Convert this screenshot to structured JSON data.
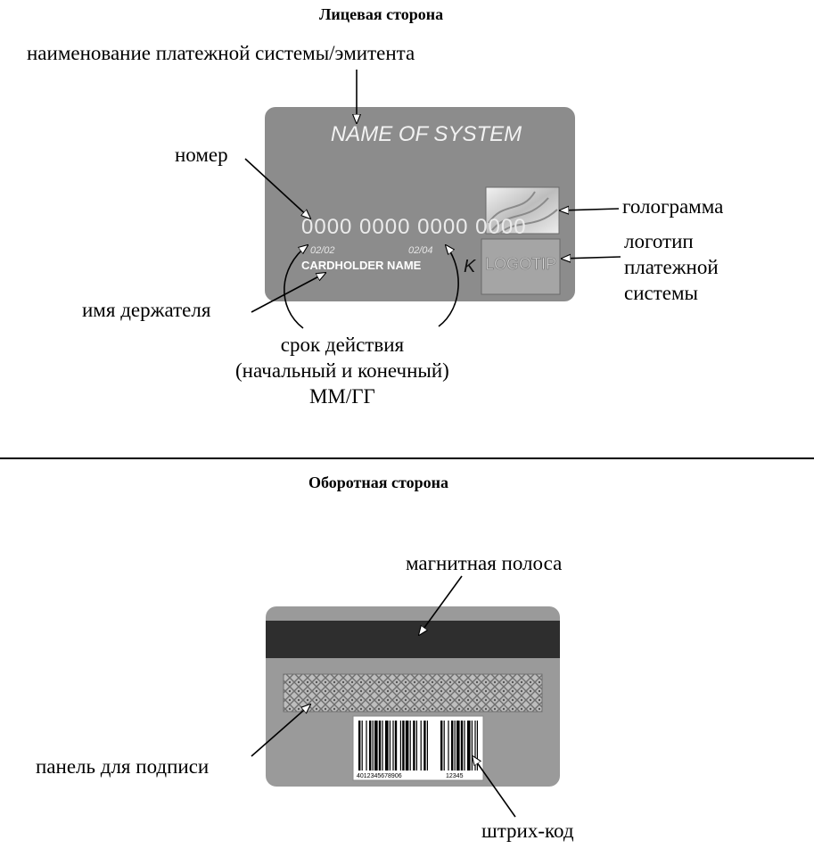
{
  "front": {
    "title": "Лицевая сторона",
    "labels": {
      "system": "наименование платежной системы/эмитента",
      "number": "номер",
      "hologram": "голограмма",
      "logo": "логотип\nплатежной\nсистемы",
      "holder": "имя держателя",
      "validity": "срок действия\n(начальный и конечный)\nММ/ГГ"
    },
    "card": {
      "system_name": "NAME OF SYSTEM",
      "number": "0000 0000 0000 0000",
      "date_start": "02/02",
      "date_end": "02/04",
      "holder_name": "CARDHOLDER NAME",
      "logo_text": "LOGOTIP",
      "signature_mark": "K"
    }
  },
  "back": {
    "title": "Оборотная сторона",
    "labels": {
      "stripe": "магнитная полоса",
      "signature_panel": "панель для подписи",
      "barcode": "штрих-код"
    },
    "barcode_text": {
      "left": "4012345678906",
      "right": "12345"
    }
  },
  "colors": {
    "card_face": "#8c8c8c",
    "card_back": "#9a9a9a",
    "stripe": "#2e2e2e",
    "ink": "#000000"
  }
}
